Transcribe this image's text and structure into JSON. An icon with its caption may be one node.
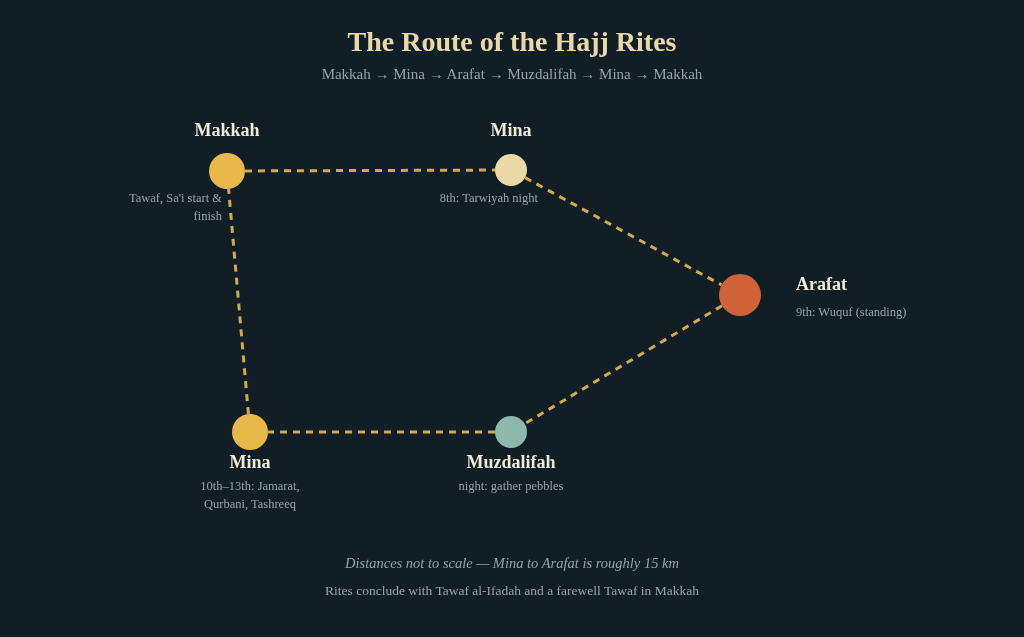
{
  "diagram": {
    "title": "The Route of the Hajj Rites",
    "nodes": [
      {
        "text": [
          "Makkah"
        ],
        "beside": [
          "Tawaf, Sa'i start & finish"
        ]
      },
      {
        "text": [
          "Mina"
        ],
        "beside": [
          "8th: Tarwiyah night"
        ]
      },
      {
        "text": [
          "Arafat"
        ],
        "beside": [
          "9th: Wuquf (standing)"
        ]
      },
      {
        "text": [
          "Muzdalifah"
        ],
        "beside": [
          "night: gather pebbles"
        ]
      },
      {
        "text": [
          "Mina"
        ],
        "beside": [
          "10th–13th: Jamarat, Qurbani, Tashreeq"
        ]
      }
    ],
    "edges": [
      {
        "from": 0,
        "to": 1,
        "arrow": "none",
        "style": "dashed"
      },
      {
        "from": 1,
        "to": 2,
        "arrow": "none",
        "style": "dashed"
      },
      {
        "from": 2,
        "to": 3,
        "arrow": "none",
        "style": "dashed"
      },
      {
        "from": 3,
        "to": 4,
        "arrow": "none",
        "style": "dashed"
      },
      {
        "from": 4,
        "to": 0,
        "arrow": "none",
        "style": "dashed"
      }
    ],
    "labels": [
      "Makkah → Mina → Arafat → Muzdalifah → Mina → Makkah",
      "Distances not to scale — Mina to Arafat is roughly 15 km",
      "Rites conclude with Tawaf al-Ifadah and a farewell Tawaf in Makkah"
    ]
  }
}
